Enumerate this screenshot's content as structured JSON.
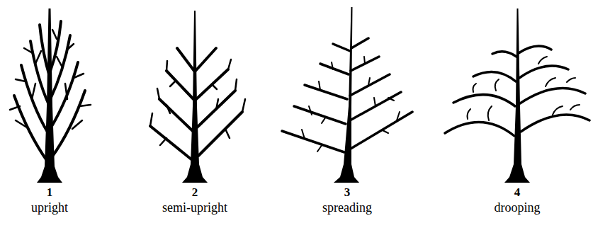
{
  "diagram": {
    "labels": [
      "1",
      "upright",
      "2",
      "semi-upright",
      "3",
      "spreading",
      "4",
      "drooping"
    ]
  }
}
